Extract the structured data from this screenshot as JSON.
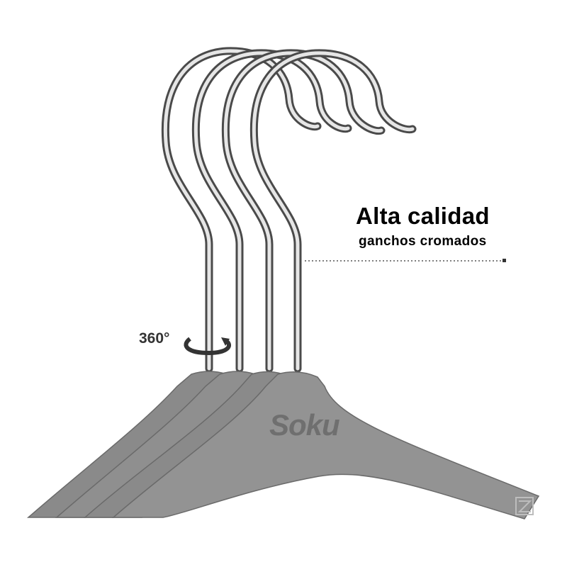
{
  "callout": {
    "title": "Alta calidad",
    "subtitle": "ganchos cromados"
  },
  "rotation_label": "360°",
  "brand_logo": "Soku",
  "colors": {
    "hanger": "#8e8e8e",
    "hanger_dark": "#6f6f6f",
    "chrome": "#c8c8c8",
    "chrome_dark": "#5a5a5a",
    "text": "#000000"
  }
}
